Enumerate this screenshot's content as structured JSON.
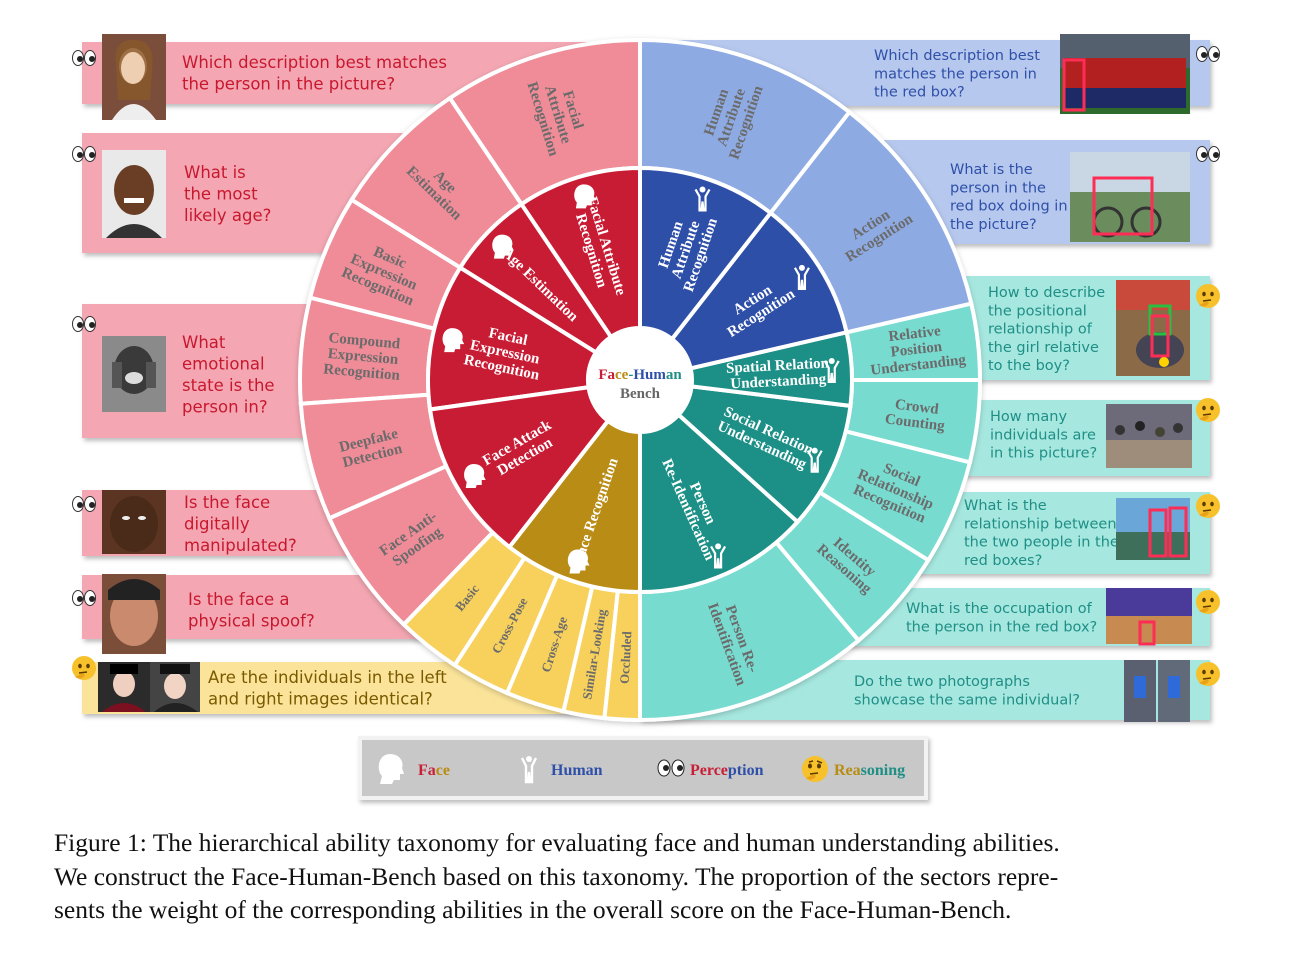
{
  "center": {
    "prefix": "Face",
    "dash": "-",
    "suffix": "Human",
    "line2": "Bench"
  },
  "inner_ring": [
    {
      "id": "facial-attribute",
      "lines": [
        "Facial Attribute",
        "Recognition"
      ],
      "color": "#c81f36",
      "icon": "face-icon"
    },
    {
      "id": "age-estimation",
      "lines": [
        "Age Estimation"
      ],
      "color": "#c81f36",
      "icon": "face-icon"
    },
    {
      "id": "facial-expression",
      "lines": [
        "Facial",
        "Expression",
        "Recognition"
      ],
      "color": "#c81f36",
      "icon": "face-icon"
    },
    {
      "id": "face-attack",
      "lines": [
        "Face Attack",
        "Detection"
      ],
      "color": "#c81f36",
      "icon": "face-icon"
    },
    {
      "id": "face-recognition",
      "lines": [
        "Face Recognition"
      ],
      "color": "#b98c12",
      "icon": "face-icon"
    },
    {
      "id": "person-reid",
      "lines": [
        "Person",
        "Re-Identification"
      ],
      "color": "#1f8f86",
      "icon": "human-icon"
    },
    {
      "id": "social-relation",
      "lines": [
        "Social Relation",
        "Understanding"
      ],
      "color": "#1f8f86",
      "icon": "human-icon"
    },
    {
      "id": "spatial-relation",
      "lines": [
        "Spatial Relation",
        "Understanding"
      ],
      "color": "#1f8f86",
      "icon": "human-icon"
    },
    {
      "id": "action-recognition",
      "lines": [
        "Action",
        "Recognition"
      ],
      "color": "#2f50a8",
      "icon": "human-icon"
    },
    {
      "id": "human-attribute",
      "lines": [
        "Human",
        "Attribute",
        "Recognition"
      ],
      "color": "#2f50a8",
      "icon": "human-icon"
    }
  ],
  "outer_ring": [
    {
      "id": "facial-attribute-recognition",
      "lines": [
        "Facial",
        "Attribute",
        "Recognition"
      ],
      "color": "#ef8c98"
    },
    {
      "id": "age-estimation-outer",
      "lines": [
        "Age",
        "Estimation"
      ],
      "color": "#ef8c98"
    },
    {
      "id": "basic-expression",
      "lines": [
        "Basic",
        "Expression",
        "Recognition"
      ],
      "color": "#ef8c98"
    },
    {
      "id": "compound-expression",
      "lines": [
        "Compound",
        "Expression",
        "Recognition"
      ],
      "color": "#ef8c98"
    },
    {
      "id": "deepfake-detection",
      "lines": [
        "Deepfake",
        "Detection"
      ],
      "color": "#ef8c98"
    },
    {
      "id": "face-anti-spoofing",
      "lines": [
        "Face Anti-",
        "Spoofing"
      ],
      "color": "#ef8c98"
    },
    {
      "id": "basic",
      "lines": [
        "Basic"
      ],
      "color": "#f7d15c"
    },
    {
      "id": "cross-pose",
      "lines": [
        "Cross-Pose"
      ],
      "color": "#f7d15c"
    },
    {
      "id": "cross-age",
      "lines": [
        "Cross-Age"
      ],
      "color": "#f7d15c"
    },
    {
      "id": "similar-looking",
      "lines": [
        "Similar-Looking"
      ],
      "color": "#f7d15c"
    },
    {
      "id": "occluded",
      "lines": [
        "Occluded"
      ],
      "color": "#f7d15c"
    },
    {
      "id": "person-reidentification-outer",
      "lines": [
        "Person Re-",
        "Identification"
      ],
      "color": "#78dbd0"
    },
    {
      "id": "identity-reasoning",
      "lines": [
        "Identity",
        "Reasoning"
      ],
      "color": "#78dbd0"
    },
    {
      "id": "social-relationship",
      "lines": [
        "Social",
        "Relationship",
        "Recognition"
      ],
      "color": "#78dbd0"
    },
    {
      "id": "crowd-counting",
      "lines": [
        "Crowd",
        "Counting"
      ],
      "color": "#78dbd0"
    },
    {
      "id": "relative-position",
      "lines": [
        "Relative",
        "Position",
        "Understanding"
      ],
      "color": "#78dbd0"
    },
    {
      "id": "action-recognition-outer",
      "lines": [
        "Action",
        "Recognition"
      ],
      "color": "#8eaae3"
    },
    {
      "id": "human-attribute-outer",
      "lines": [
        "Human",
        "Attribute",
        "Recognition"
      ],
      "color": "#8eaae3"
    }
  ],
  "questions": {
    "left": [
      {
        "id": "q-facial-attribute",
        "lines": [
          "Which description best matches",
          "the person in the picture?"
        ],
        "mode": "perception"
      },
      {
        "id": "q-age",
        "lines": [
          "What is",
          "the most",
          "likely age?"
        ],
        "mode": "perception"
      },
      {
        "id": "q-expression",
        "lines": [
          "What",
          "emotional",
          "state is the",
          "person in?"
        ],
        "mode": "perception"
      },
      {
        "id": "q-deepfake",
        "lines": [
          "Is the face",
          "digitally",
          "manipulated?"
        ],
        "mode": "perception"
      },
      {
        "id": "q-spoof",
        "lines": [
          "Is the face a",
          "physical spoof?"
        ],
        "mode": "perception"
      },
      {
        "id": "q-face-recognition",
        "lines": [
          "Are the individuals in the left",
          "and right images identical?"
        ],
        "mode": "reasoning"
      }
    ],
    "right": [
      {
        "id": "q-human-attribute",
        "lines": [
          "Which description best",
          "matches the person in",
          "the red box?"
        ],
        "mode": "perception"
      },
      {
        "id": "q-action",
        "lines": [
          "What is the",
          "person in the",
          "red box doing in",
          "the picture?"
        ],
        "mode": "perception"
      },
      {
        "id": "q-relative-position",
        "lines": [
          "How to describe",
          "the positional",
          "relationship of",
          "the girl relative",
          "to the boy?"
        ],
        "mode": "reasoning"
      },
      {
        "id": "q-crowd",
        "lines": [
          "How many",
          "individuals are",
          "in this picture?"
        ],
        "mode": "reasoning"
      },
      {
        "id": "q-social",
        "lines": [
          "What is the",
          "relationship between",
          "the two people in the",
          "red boxes?"
        ],
        "mode": "reasoning"
      },
      {
        "id": "q-identity",
        "lines": [
          "What is the occupation of",
          "the person in the red box?"
        ],
        "mode": "reasoning"
      },
      {
        "id": "q-reid",
        "lines": [
          "Do the two photographs",
          "showcase the same individual?"
        ],
        "mode": "reasoning"
      }
    ]
  },
  "legend": {
    "face": {
      "first": "Fa",
      "rest": "ce"
    },
    "human": "Human",
    "perception": {
      "first": "Perce",
      "rest": "ption"
    },
    "reasoning": {
      "first": "Rea",
      "rest": "soning"
    }
  },
  "colors": {
    "face_red": "#c81f36",
    "face_yellow": "#b98c12",
    "human_blue": "#2f50a8",
    "human_teal": "#1f8f86",
    "pink_banner": "#f4a7b2",
    "blue_banner": "#b6c8ee",
    "teal_banner": "#a6e8e0",
    "yellow_banner": "#fbe49a"
  },
  "caption": {
    "lines": [
      "Figure 1: The hierarchical ability taxonomy for evaluating face and human understanding abilities.",
      "We construct the Face-Human-Bench based on this taxonomy. The proportion of the sectors repre-",
      "sents the weight of the corresponding abilities in the overall score on the Face-Human-Bench."
    ]
  }
}
